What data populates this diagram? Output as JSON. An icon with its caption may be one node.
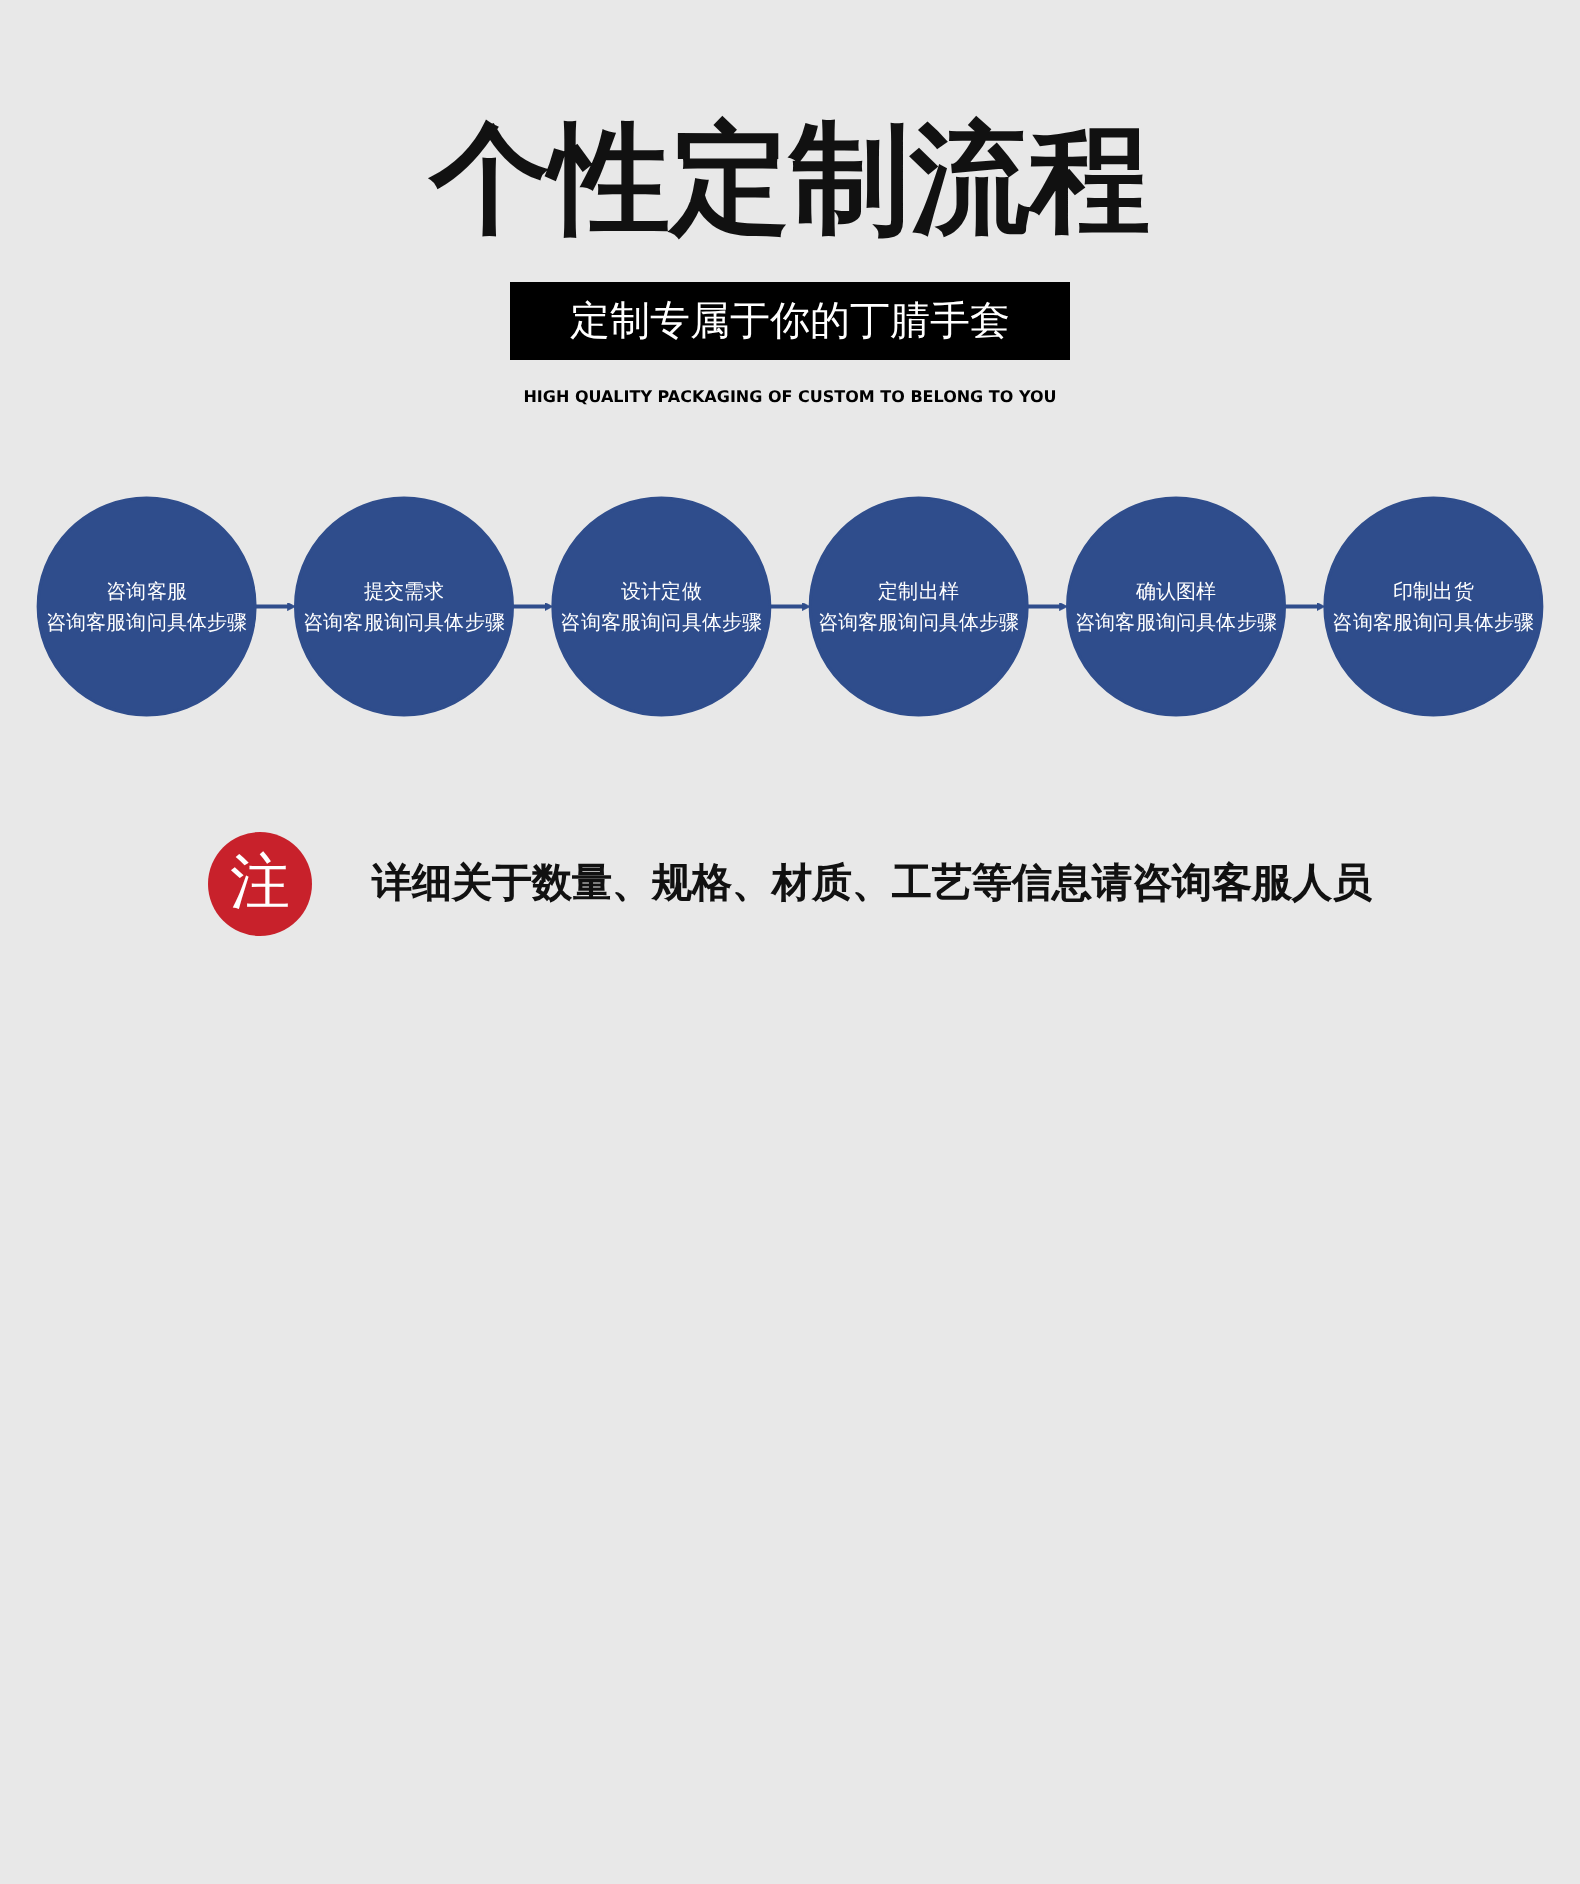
{
  "diagram": {
    "title": "个性定制流程",
    "nodes": [
      {
        "text": [
          "咨询客服",
          "咨询客服询问具体步骤"
        ]
      },
      {
        "text": [
          "提交需求",
          "咨询客服询问具体步骤"
        ]
      },
      {
        "text": [
          "设计定做",
          "咨询客服询问具体步骤"
        ]
      },
      {
        "text": [
          "印制出货",
          "咨询客服询问具体步骤"
        ]
      },
      {
        "text": [
          "确认图样",
          "咨询客服询问具体步骤"
        ]
      },
      {
        "text": [
          "定制出样",
          "咨询客服询问具体步骤"
        ]
      }
    ],
    "edges": [
      {
        "from": 0,
        "to": 1,
        "arrow": "to"
      },
      {
        "from": 1,
        "to": 2,
        "arrow": "to"
      },
      {
        "from": 2,
        "to": 5,
        "arrow": "to"
      },
      {
        "from": 5,
        "to": 4,
        "arrow": "to"
      },
      {
        "from": 4,
        "to": 3,
        "arrow": "to"
      }
    ],
    "labels": [
      "定制专属于你的丁腈手套",
      "HIGH QUALITY PACKAGING OF CUSTOM TO BELONG TO YOU",
      "注",
      "详细关于数量、规格、材质、工艺等信息请咨询客服人员"
    ]
  }
}
